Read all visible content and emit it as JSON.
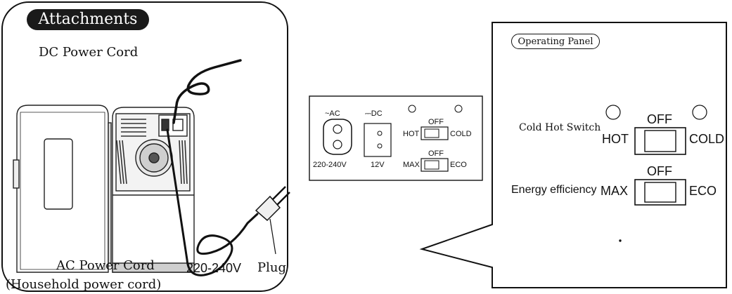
{
  "attachments": {
    "title": "Attachments",
    "dc_cord_label": "DC Power Cord",
    "ac_cord_label": "AC Power Cord",
    "household_label": "(Household power cord)",
    "voltage_label": "220-240V",
    "plug_label": "Plug"
  },
  "small_panel": {
    "ac_label": "~AC",
    "dc_label": "⎓DC",
    "ac_voltage": "220-240V",
    "dc_voltage": "12V",
    "switch1": {
      "top": "OFF",
      "left": "HOT",
      "right": "COLD"
    },
    "switch2": {
      "top": "OFF",
      "left": "MAX",
      "right": "ECO"
    }
  },
  "operating_panel": {
    "title": "Operating Panel",
    "cold_hot_label": "Cold Hot Switch",
    "switch1": {
      "top": "OFF",
      "left": "HOT",
      "right": "COLD"
    },
    "energy_label": "Energy efficiency",
    "switch2": {
      "top": "OFF",
      "left": "MAX",
      "right": "ECO"
    }
  }
}
